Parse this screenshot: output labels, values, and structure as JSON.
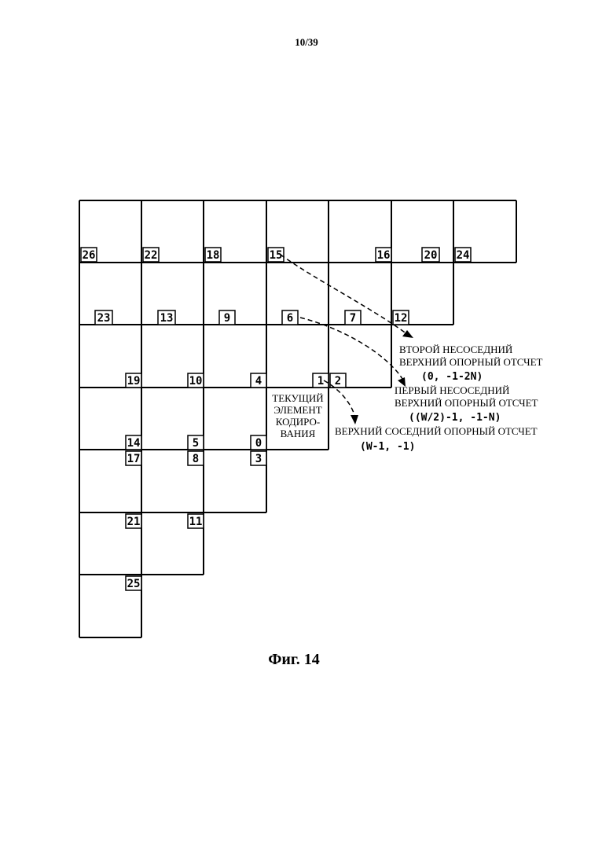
{
  "page_number": "10/39",
  "figure_caption": "Фиг. 14",
  "current_block_label": [
    "ТЕКУЩИЙ",
    "ЭЛЕМЕНТ",
    "КОДИРО-",
    "ВАНИЯ"
  ],
  "block_indices": [
    "26",
    "22",
    "18",
    "15",
    "16",
    "20",
    "24",
    "23",
    "13",
    "9",
    "6",
    "7",
    "12",
    "19",
    "10",
    "4",
    "1",
    "2",
    "14",
    "5",
    "0",
    "17",
    "8",
    "3",
    "21",
    "11",
    "25"
  ],
  "callouts": {
    "second_nonadjacent": {
      "lines": [
        "ВТОРОЙ НЕСОСЕДНИЙ",
        "ВЕРХНИЙ ОПОРНЫЙ ОТСЧЕТ"
      ],
      "coords": "(0, -1-2N)"
    },
    "first_nonadjacent": {
      "lines": [
        "ПЕРВЫЙ НЕСОСЕДНИЙ",
        "ВЕРХНИЙ ОПОРНЫЙ ОТСЧЕТ"
      ],
      "coords": "((W/2)-1, -1-N)"
    },
    "upper_adjacent": {
      "lines": [
        "ВЕРХНИЙ СОСЕДНИЙ ОПОРНЫЙ ОТСЧЕТ"
      ],
      "coords": "(W-1, -1)"
    }
  }
}
